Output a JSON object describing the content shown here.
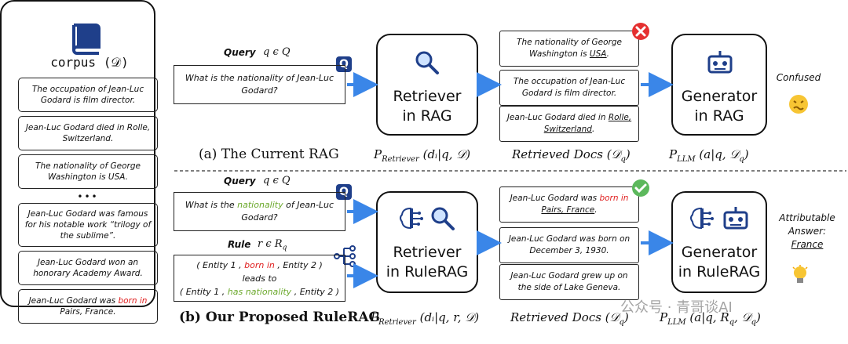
{
  "corpus": {
    "title": "corpus (𝒟)",
    "docs": [
      "The occupation of Jean-Luc Godard is film director.",
      "Jean-Luc Godard died in Rolle, Switzerland.",
      "The nationality of George Washington is USA.",
      "Jean-Luc Godard was famous for his notable work “trilogy of the sublime”.",
      "Jean-Luc Godard won an honorary Academy Award."
    ],
    "ellipsis": "•••",
    "last_doc": {
      "pre": "Jean-Luc Godard was ",
      "red": "born in",
      "post": " Pairs, France."
    }
  },
  "top": {
    "query_label": "Query",
    "query_math": "q ϵ Q",
    "query_text": "What is the nationality of Jean-Luc Godard?",
    "retriever": [
      "Retriever",
      "in RAG"
    ],
    "docs": {
      "d1": {
        "pre": "The nationality of George Washington is ",
        "ul": "USA",
        "post": "."
      },
      "d2": {
        "pre": "The occupation of Jean-Luc Godard is film director.",
        "ul": "",
        "post": ""
      },
      "d3": {
        "pre": "Jean-Luc Godard died in ",
        "ul": "Rolle, Switzerland",
        "post": "."
      }
    },
    "generator": [
      "Generator",
      "in RAG"
    ],
    "answer": "Confused",
    "caption": "(a) The Current RAG",
    "p_retriever": "P",
    "p_retriever_sub": "Retriever",
    "p_retriever_args": "(dᵢ|q, 𝒟)",
    "retrieved_docs": "Retrieved Docs (𝒟",
    "retrieved_docs_sub": "q",
    "p_llm": "P",
    "p_llm_sub": "LLM",
    "p_llm_args": "(a|q, 𝒟",
    "p_llm_args_sub": "q"
  },
  "bottom": {
    "query_label": "Query",
    "query_math": "q ϵ Q",
    "query_text": {
      "pre": "What is the ",
      "green": "nationality",
      "post": " of Jean-Luc Godard?"
    },
    "rule_label": "Rule",
    "rule_math": "r ϵ R",
    "rule_math_sub": "q",
    "rule_line1": {
      "pre": "( Entity 1 , ",
      "red": "born in",
      "post": " , Entity 2 )"
    },
    "rule_line2": "leads  to",
    "rule_line3": {
      "pre": "( Entity 1 , ",
      "green": "has nationality",
      "post": " , Entity 2 )"
    },
    "retriever": [
      "Retriever",
      "in RuleRAG"
    ],
    "docs": {
      "d1": {
        "pre": "Jean-Luc Godard was ",
        "red": "born in",
        "ul": "Pairs, France",
        "post": "."
      },
      "d2": "Jean-Luc Godard was born on December 3, 1930.",
      "d3": "Jean-Luc Godard grew up on the side of Lake Geneva."
    },
    "generator": [
      "Generator",
      "in RuleRAG"
    ],
    "answer_lines": [
      "Attributable",
      "Answer:"
    ],
    "answer_value": "France",
    "caption": "(b) Our Proposed RuleRAG",
    "p_retriever_args": "(dᵢ|q, r, 𝒟)",
    "p_llm_args": "(a|q, R",
    "p_llm_args_sub": "q",
    "p_llm_args_tail": ", 𝒟"
  },
  "watermark": "公众号 · 青哥谈AI",
  "colors": {
    "arrow": "#3a86e8",
    "red": "#e02020",
    "green": "#6aa82a",
    "navy": "#1f3f8a"
  }
}
